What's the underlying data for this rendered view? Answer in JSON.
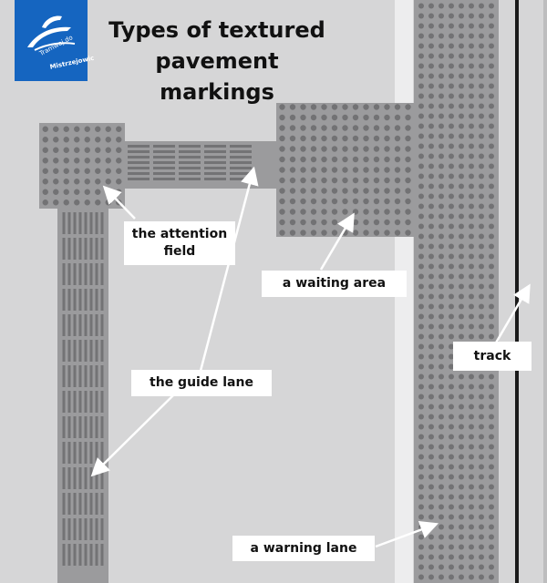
{
  "title": "Types of textured pavement markings",
  "logo": {
    "line1": "Tramwaj do",
    "line2": "Mistrzejowic",
    "color": "#1565c0"
  },
  "colors": {
    "background": "#d6d6d7",
    "tile": "#9b9b9d",
    "dot": "#727274",
    "stripe": "#737375",
    "platform_edge": "#ededee",
    "rail": "#1a1a1a",
    "label_bg": "#ffffff"
  },
  "labels": {
    "attention_field": "the attention field",
    "waiting_area": "a waiting area",
    "guide_lane": "the guide lane",
    "warning_lane": "a warning lane",
    "track": "track"
  }
}
